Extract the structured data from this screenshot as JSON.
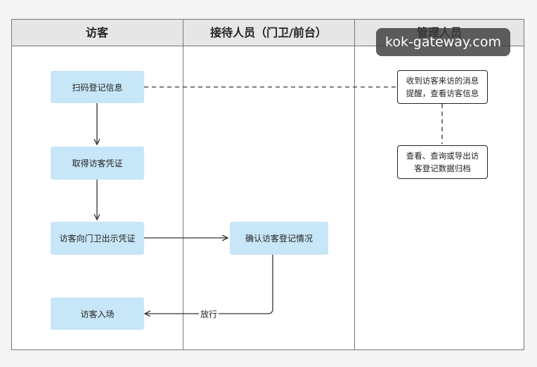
{
  "lanes": [
    {
      "title": "访客"
    },
    {
      "title": "接待人员（门卫/前台）"
    },
    {
      "title": "管理人员"
    }
  ],
  "nodes": {
    "scan": "扫码登记信息",
    "get_credential": "取得访客凭证",
    "show_credential": "访客向门卫出示凭证",
    "enter": "访客入场",
    "confirm": "确认访客登记情况",
    "notify_line1": "收到访客来访的消息",
    "notify_line2": "提醒，查看访客信息",
    "export_line1": "查看、查询或导出访",
    "export_line2": "客登记数据归档"
  },
  "edge_labels": {
    "release": "放行"
  },
  "watermark": "kok-gateway.com",
  "colors": {
    "header_bg": "#e6e6e6",
    "process_fill": "#c7e6f7",
    "border": "#777777"
  }
}
